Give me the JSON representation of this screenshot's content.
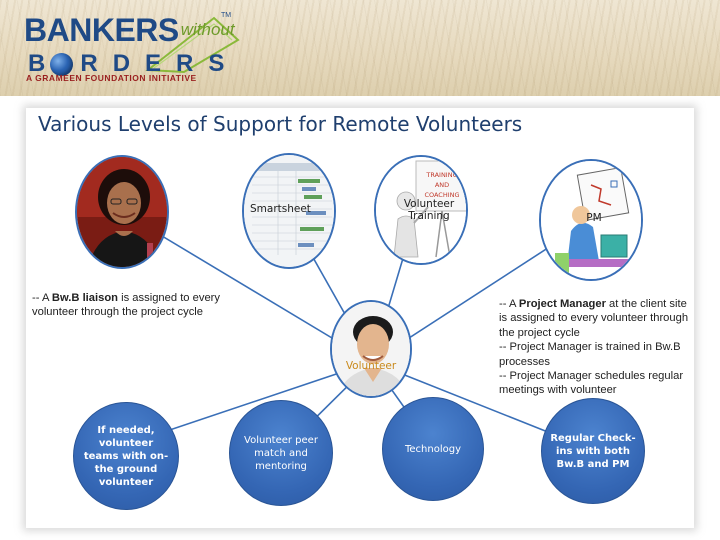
{
  "logo": {
    "line1_main": "BANKERS",
    "line1_italic": "without",
    "tm": "TM",
    "line2_letters": [
      "B",
      "R",
      "D",
      "E",
      "R",
      "S"
    ],
    "tagline": "A GRAMEEN FOUNDATION INITIATIVE"
  },
  "title": "Various Levels of Support for Remote Volunteers",
  "top_circles": {
    "smartsheet": "Smartsheet",
    "training": {
      "label_line1": "Volunteer",
      "label_line2": "Training",
      "sign_line1": "TRAINING",
      "sign_line2": "AND",
      "sign_line3": "COACHING"
    },
    "pm": "PM"
  },
  "center": {
    "label": "Volunteer"
  },
  "bottom_circles": [
    {
      "label": "If needed,\nvolunteer\nteams with on-\nthe ground\nvolunteer",
      "bold": true
    },
    {
      "label": "Volunteer peer\nmatch and\nmentoring",
      "bold": false
    },
    {
      "label": "Technology",
      "bold": false
    },
    {
      "label": "Regular Check-\nins with both\nBw.B and PM",
      "bold": true
    }
  ],
  "left_text": {
    "prefix": "-- A ",
    "bold": "Bw.B liaison",
    "rest": " is assigned to every volunteer through the project cycle"
  },
  "right_text": {
    "prefix": "-- A ",
    "bold": "Project Manager",
    "rest": " at the client site is assigned to every volunteer through the project cycle",
    "line2": "-- Project Manager is trained in Bw.B processes",
    "line3": "-- Project Manager schedules regular meetings with volunteer"
  },
  "colors": {
    "title": "#1f3f6e",
    "circle_fill": "#3466b4",
    "circle_border": "#3a6fb7",
    "logo_blue": "#1f4a86",
    "logo_green": "#6e9a2a",
    "tagline_red": "#9a1f1f"
  }
}
